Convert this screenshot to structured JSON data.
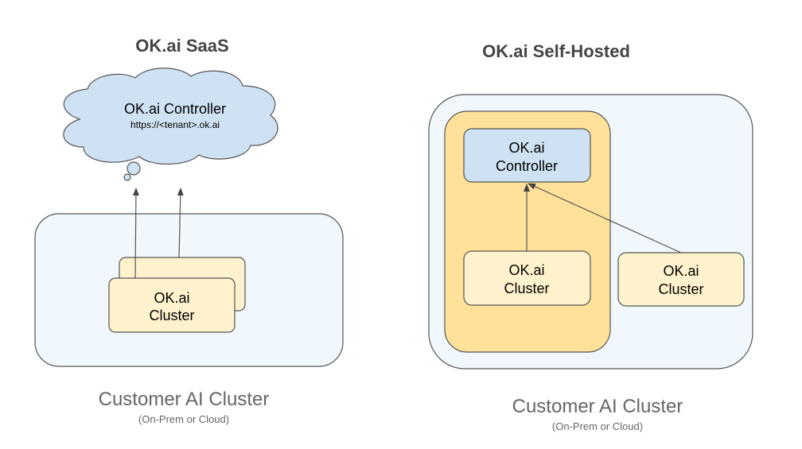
{
  "saas": {
    "title": "OK.ai SaaS",
    "controller": {
      "label": "OK.ai Controller",
      "url": "https://<tenant>.ok.ai"
    },
    "cluster": {
      "line1": "OK.ai",
      "line2": "Cluster"
    },
    "caption": {
      "main": "Customer AI Cluster",
      "sub": "(On-Prem or Cloud)"
    }
  },
  "selfhosted": {
    "title": "OK.ai Self-Hosted",
    "controller": {
      "line1": "OK.ai",
      "line2": "Controller"
    },
    "cluster_inner": {
      "line1": "OK.ai",
      "line2": "Cluster"
    },
    "cluster_outer": {
      "line1": "OK.ai",
      "line2": "Cluster"
    },
    "caption": {
      "main": "Customer AI Cluster",
      "sub": "(On-Prem or Cloud)"
    }
  },
  "colors": {
    "cloud_fill": "#cfe2f3",
    "container_fill": "#f0f7fd",
    "cluster_fill": "#fff2cc",
    "orange_fill": "#ffe199",
    "controller_fill": "#cfe2f3",
    "stroke": "#555555"
  }
}
